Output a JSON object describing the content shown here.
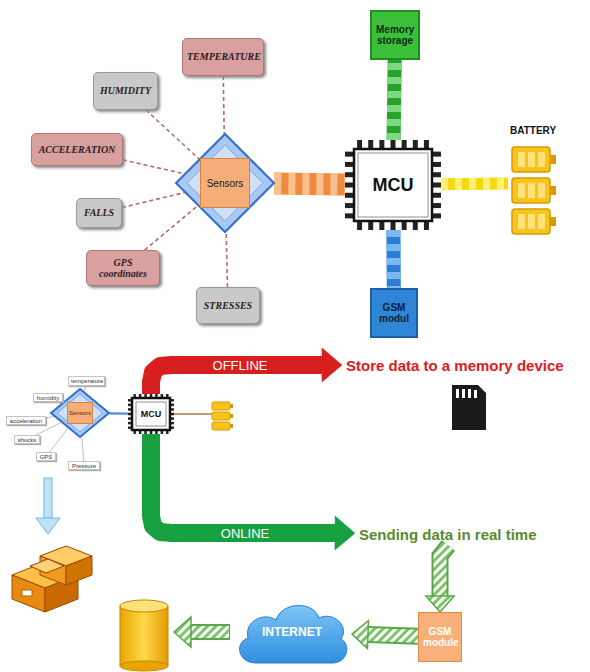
{
  "diagram": {
    "nodes": [
      {
        "text": [
          "TEMPERATURE"
        ]
      },
      {
        "text": [
          "HUMIDITY"
        ]
      },
      {
        "text": [
          "ACCELERATION"
        ]
      },
      {
        "text": [
          "FALLS"
        ]
      },
      {
        "text": [
          "GPS coordinates"
        ]
      },
      {
        "text": [
          "STRESSES"
        ]
      },
      {
        "text": [
          "Sensors"
        ]
      },
      {
        "text": [
          "MCU"
        ]
      },
      {
        "text": [
          "Memory storage"
        ]
      },
      {
        "text": [
          "BATTERY"
        ]
      },
      {
        "text": [
          "GSM modul"
        ]
      },
      {
        "text": [
          "Sensors"
        ]
      },
      {
        "text": [
          "temperature"
        ]
      },
      {
        "text": [
          "humidity"
        ]
      },
      {
        "text": [
          "acceleration"
        ]
      },
      {
        "text": [
          "shocks"
        ]
      },
      {
        "text": [
          "GPS"
        ]
      },
      {
        "text": [
          "Pressure"
        ]
      },
      {
        "text": [
          "MCU"
        ]
      },
      {
        "text": [
          "Store data to a memory device"
        ]
      },
      {
        "text": [
          "Sending data in real time"
        ]
      },
      {
        "text": [
          "GSM module"
        ]
      },
      {
        "text": [
          "INTERNET"
        ]
      }
    ],
    "edges": [
      {
        "from": 0,
        "to": 6,
        "arrow": "none"
      },
      {
        "from": 1,
        "to": 6,
        "arrow": "none"
      },
      {
        "from": 2,
        "to": 6,
        "arrow": "none"
      },
      {
        "from": 3,
        "to": 6,
        "arrow": "none"
      },
      {
        "from": 4,
        "to": 6,
        "arrow": "none"
      },
      {
        "from": 5,
        "to": 6,
        "arrow": "none"
      },
      {
        "from": 6,
        "to": 7,
        "arrow": "none"
      },
      {
        "from": 7,
        "to": 8,
        "arrow": "none"
      },
      {
        "from": 7,
        "to": 9,
        "arrow": "none"
      },
      {
        "from": 7,
        "to": 10,
        "arrow": "none"
      },
      {
        "from": 12,
        "to": 11,
        "arrow": "none"
      },
      {
        "from": 13,
        "to": 11,
        "arrow": "none"
      },
      {
        "from": 14,
        "to": 11,
        "arrow": "none"
      },
      {
        "from": 15,
        "to": 11,
        "arrow": "none"
      },
      {
        "from": 16,
        "to": 11,
        "arrow": "none"
      },
      {
        "from": 17,
        "to": 11,
        "arrow": "none"
      },
      {
        "from": 11,
        "to": 18,
        "arrow": "none"
      },
      {
        "from": 18,
        "to": 19,
        "label": "OFFLINE",
        "arrow": "to"
      },
      {
        "from": 18,
        "to": 20,
        "label": "ONLINE",
        "arrow": "to"
      },
      {
        "from": 20,
        "to": 21,
        "arrow": "to"
      },
      {
        "from": 21,
        "to": 22,
        "arrow": "to"
      }
    ]
  }
}
